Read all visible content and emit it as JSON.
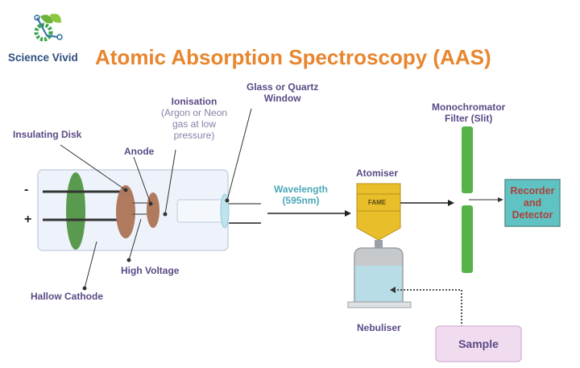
{
  "header": {
    "brand": "Science Vivid",
    "logo_icon": "leaf-gear-circuit-icon",
    "title": "Atomic Absorption Spectroscopy (AAS)"
  },
  "lamp": {
    "labels": {
      "insulating_disk": "Insulating Disk",
      "anode": "Anode",
      "ionisation": "Ionisation",
      "ionisation_note": [
        "(Argon or Neon",
        "gas at low",
        "pressure)"
      ],
      "window": [
        "Glass or Quartz",
        "Window"
      ],
      "high_voltage": "High Voltage",
      "cathode": "Hallow Cathode"
    },
    "terminals": {
      "negative": "-",
      "positive": "+"
    }
  },
  "beam": {
    "label": [
      "Wavelength",
      "(595nm)"
    ]
  },
  "atomiser": {
    "label": "Atomiser",
    "flame_text": "FAME"
  },
  "nebuliser": {
    "label": "Nebuliser"
  },
  "monochromator": {
    "label": [
      "Monochromator",
      "Filter (Slit)"
    ]
  },
  "detector": {
    "label": [
      "Recorder",
      "and",
      "Detector"
    ]
  },
  "sample": {
    "label": "Sample"
  },
  "colors": {
    "title": "#e8862e",
    "label": "#5b4a86",
    "wavelength": "#4aa8b8",
    "disk_green": "#5a9a4e",
    "electrode_brown": "#b07a5e",
    "flame_yellow": "#e8bf2a",
    "slit_green": "#55b34a",
    "detector_fill": "#5ec3c2",
    "detector_text": "#b0403a",
    "sample_fill": "#f1dcef"
  }
}
